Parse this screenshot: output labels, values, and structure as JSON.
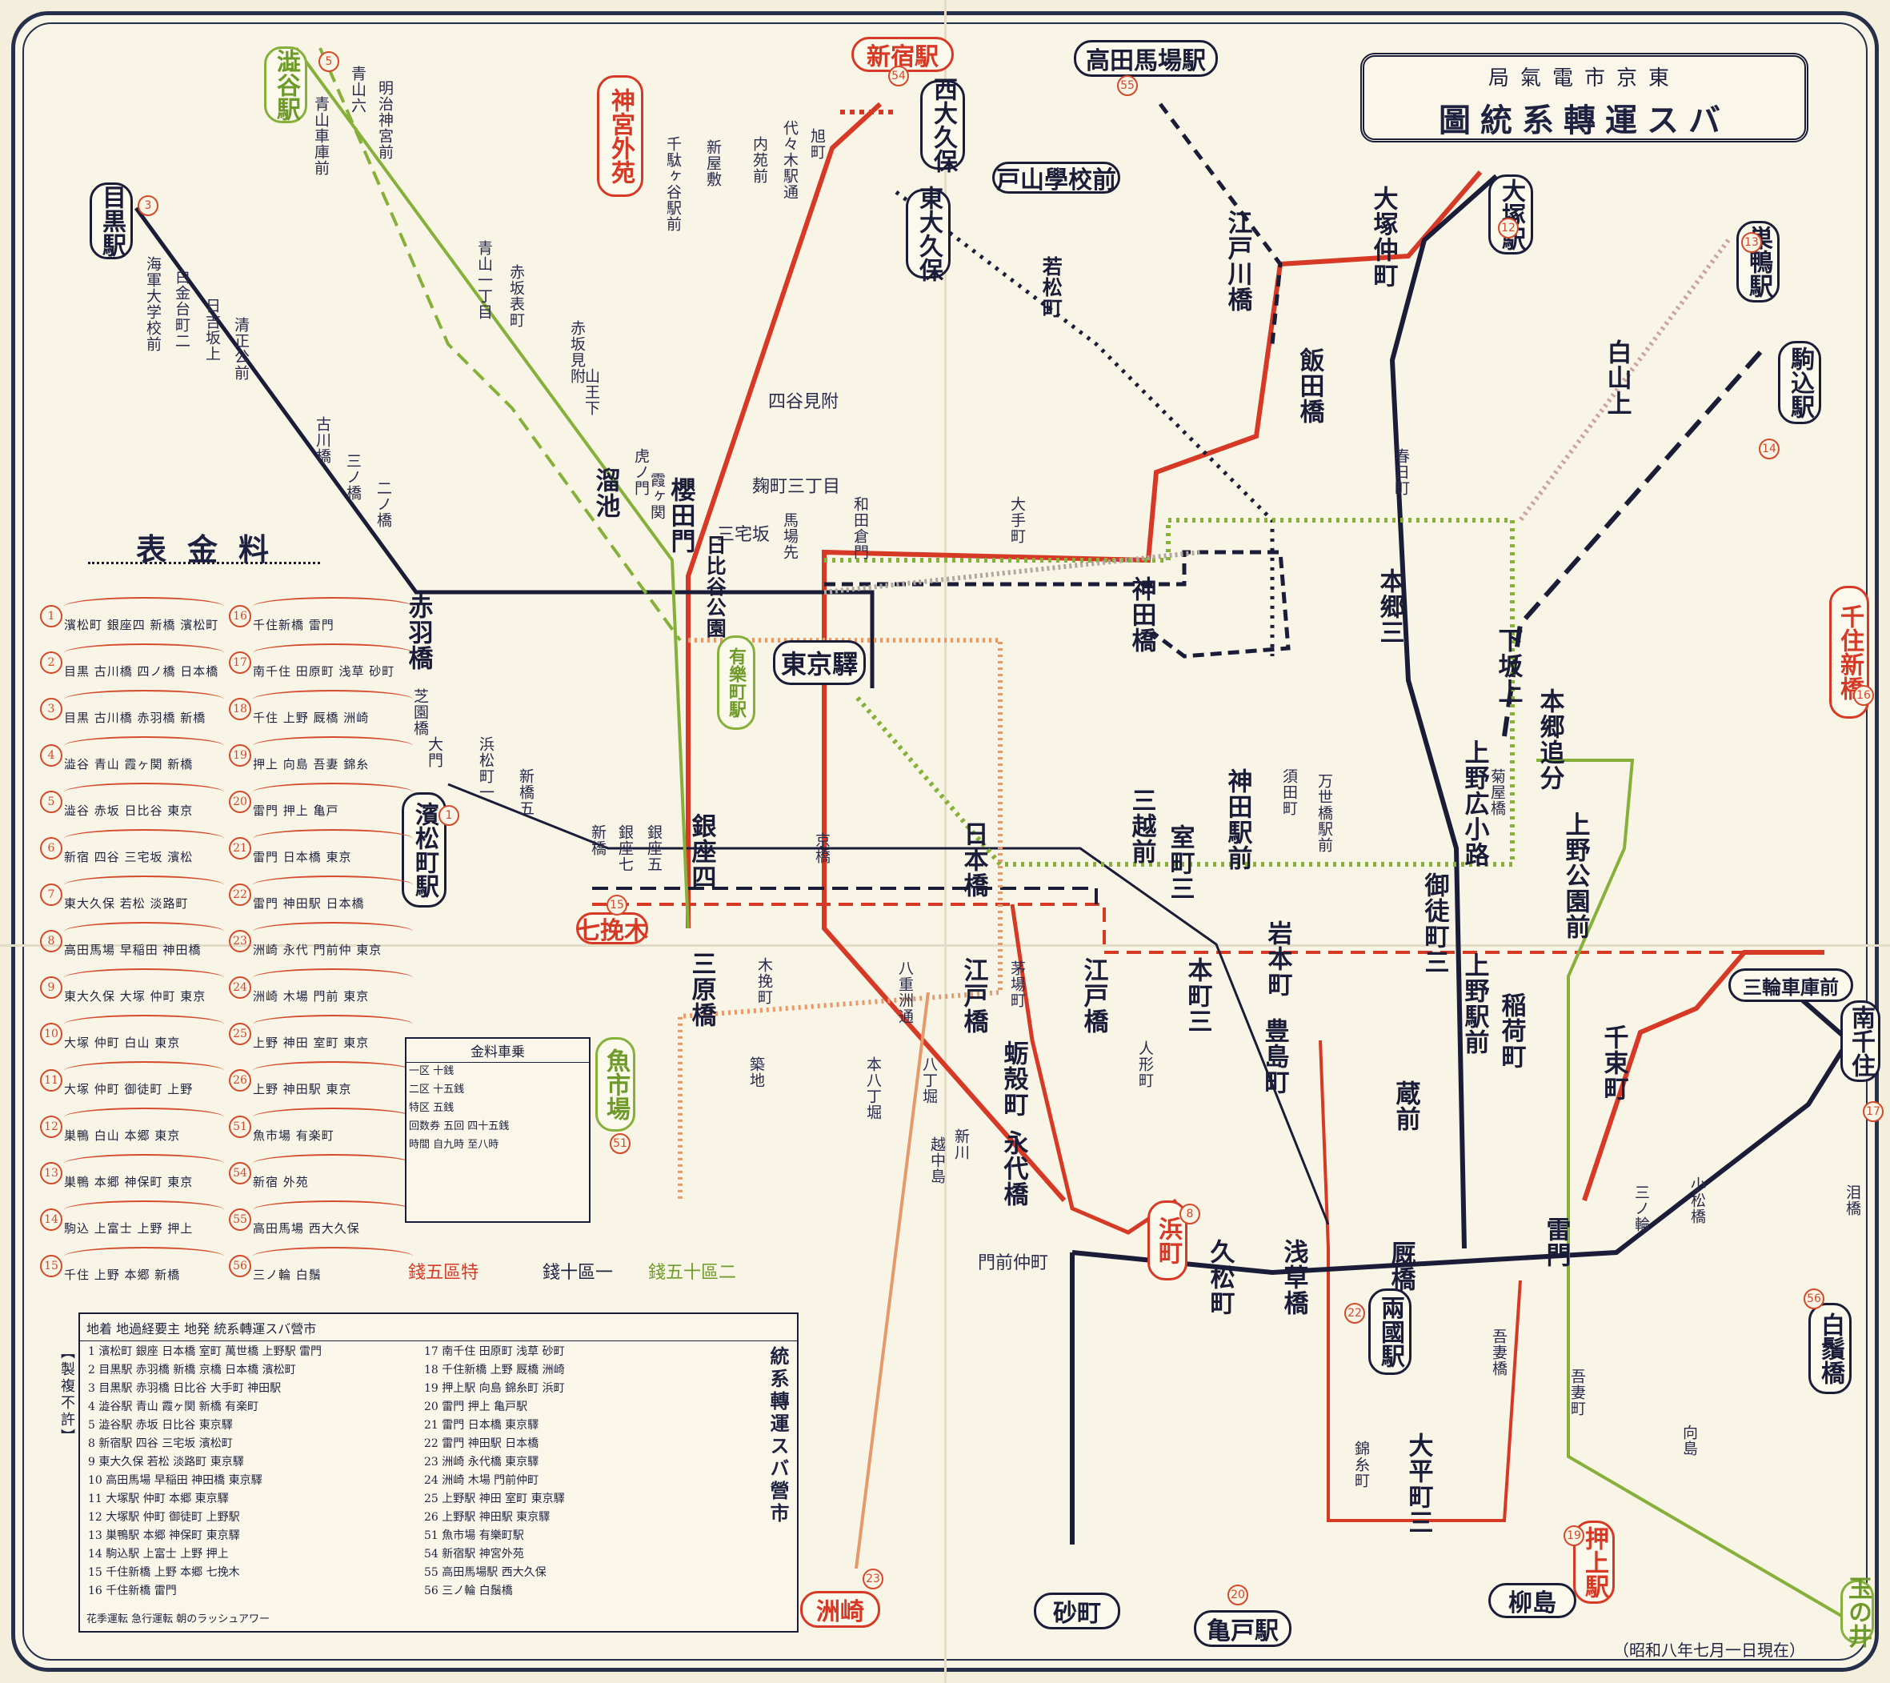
{
  "title": {
    "subtitle": "局氣電市京東",
    "main": "圖統系轉運スバ"
  },
  "colors": {
    "background": "#f4efdd",
    "navy": "#1a1c38",
    "red": "#d63a26",
    "green": "#86b03a",
    "orange_dot": "#e49a6a",
    "gray": "#8a8a9a"
  },
  "terminals": {
    "shibuya": "澁谷駅",
    "meguro": "目黒駅",
    "shinjuku": "新宿駅",
    "jingu": "神宮外苑",
    "nishiokubo": "西大久保",
    "higashiokubo": "東大久保",
    "takadanobaba": "高田馬場駅",
    "toyama": "戸山學校前",
    "wakamatsu": "若松町",
    "otsuka": "大塚駅",
    "sugamo": "巣鴨駅",
    "komagome": "駒込駅",
    "senju": "千住新橋",
    "minamisenju": "南千住",
    "shirahige": "白鬚橋",
    "tamanoi": "玉の井",
    "oshiage": "押上駅",
    "yanagishima": "柳島",
    "kameido": "亀戸駅",
    "suna": "砂町",
    "susaki": "洲崎",
    "hamacho": "浜町",
    "ryogoku": "兩國駅",
    "tokyo": "東京驛",
    "yurakucho": "有樂町駅",
    "uoichiba": "魚市場",
    "hamamatsucho": "濱松町駅",
    "shichikenki": "七挽木",
    "minowa": "三輪車庫前",
    "kinshicho": "錦糸町",
    "hibiya": "日比谷公園"
  },
  "stops_vertical": [
    {
      "t": "青山六"
    },
    {
      "t": "明治神宮前"
    },
    {
      "t": "青山車庫前"
    },
    {
      "t": "青山一丁目"
    },
    {
      "t": "赤坂表町"
    },
    {
      "t": "赤坂見附"
    },
    {
      "t": "山王下"
    },
    {
      "t": "虎ノ門"
    },
    {
      "t": "溜池"
    },
    {
      "t": "櫻田門"
    },
    {
      "t": "日比谷公園"
    },
    {
      "t": "霞ヶ関"
    },
    {
      "t": "代々木駅通"
    },
    {
      "t": "千駄ヶ谷駅前"
    },
    {
      "t": "新屋敷"
    },
    {
      "t": "内苑前"
    },
    {
      "t": "旭町"
    },
    {
      "t": "四谷見附"
    },
    {
      "t": "麹町三丁目"
    },
    {
      "t": "三宅坂"
    },
    {
      "t": "大手町"
    },
    {
      "t": "神田橋"
    },
    {
      "t": "和田倉門"
    },
    {
      "t": "馬場先"
    },
    {
      "t": "海軍大学校前"
    },
    {
      "t": "白金台町二"
    },
    {
      "t": "日吉坂上"
    },
    {
      "t": "清正公前"
    },
    {
      "t": "古川橋"
    },
    {
      "t": "三ノ橋"
    },
    {
      "t": "二ノ橋"
    },
    {
      "t": "赤羽橋"
    },
    {
      "t": "芝園橋"
    },
    {
      "t": "大門"
    },
    {
      "t": "浜松町一"
    },
    {
      "t": "新橋五"
    },
    {
      "t": "新橋"
    },
    {
      "t": "銀座七"
    },
    {
      "t": "銀座五"
    },
    {
      "t": "銀座四"
    },
    {
      "t": "京橋"
    },
    {
      "t": "日本橋"
    },
    {
      "t": "三越前"
    },
    {
      "t": "室町三"
    },
    {
      "t": "神田駅前"
    },
    {
      "t": "須田町"
    },
    {
      "t": "万世橋駅前"
    },
    {
      "t": "上野広小路"
    },
    {
      "t": "御徒町三"
    },
    {
      "t": "岩本町"
    },
    {
      "t": "本郷三"
    },
    {
      "t": "春日町"
    },
    {
      "t": "飯田橋"
    },
    {
      "t": "江戸川橋"
    },
    {
      "t": "大塚仲町"
    },
    {
      "t": "白山上"
    },
    {
      "t": "本郷追分"
    },
    {
      "t": "下坂上"
    },
    {
      "t": "上野公園前"
    },
    {
      "t": "上野駅前"
    },
    {
      "t": "稲荷町"
    },
    {
      "t": "菊屋橋"
    },
    {
      "t": "浅草橋"
    },
    {
      "t": "厩橋"
    },
    {
      "t": "蔵前"
    },
    {
      "t": "雷門"
    },
    {
      "t": "吾妻橋"
    },
    {
      "t": "三原橋"
    },
    {
      "t": "江戸橋"
    },
    {
      "t": "本町三"
    },
    {
      "t": "茅場町"
    },
    {
      "t": "永代橋"
    },
    {
      "t": "蛎殻町"
    },
    {
      "t": "人形町"
    },
    {
      "t": "久松町"
    },
    {
      "t": "錦糸町"
    },
    {
      "t": "大平町三"
    },
    {
      "t": "豊島町"
    },
    {
      "t": "築地"
    },
    {
      "t": "木挽町"
    },
    {
      "t": "八重洲通"
    },
    {
      "t": "本八丁堀"
    },
    {
      "t": "八丁堀"
    },
    {
      "t": "新川"
    },
    {
      "t": "越中島"
    },
    {
      "t": "門前仲町"
    },
    {
      "t": "千束町"
    },
    {
      "t": "三ノ輪"
    },
    {
      "t": "泪橋"
    },
    {
      "t": "小松橋"
    },
    {
      "t": "吾妻町"
    },
    {
      "t": "向島"
    }
  ],
  "fare_table": {
    "heading": "表金料",
    "rows": [
      {
        "n": "1",
        "t": "濱松町 銀座四 新橋 濱松町"
      },
      {
        "n": "2",
        "t": "目黒 古川橋 四ノ橋 日本橋"
      },
      {
        "n": "3",
        "t": "目黒 古川橋 赤羽橋 新橋"
      },
      {
        "n": "4",
        "t": "澁谷 青山 霞ヶ関 新橋"
      },
      {
        "n": "5",
        "t": "澁谷 赤坂 日比谷 東京"
      },
      {
        "n": "6",
        "t": "新宿 四谷 三宅坂 濱松"
      },
      {
        "n": "7",
        "t": "東大久保 若松 淡路町"
      },
      {
        "n": "8",
        "t": "高田馬場 早稲田 神田橋"
      },
      {
        "n": "9",
        "t": "東大久保 大塚 仲町 東京"
      },
      {
        "n": "10",
        "t": "大塚 仲町 白山 東京"
      },
      {
        "n": "11",
        "t": "大塚 仲町 御徒町 上野"
      },
      {
        "n": "12",
        "t": "巣鴨 白山 本郷 東京"
      },
      {
        "n": "13",
        "t": "巣鴨 本郷 神保町 東京"
      },
      {
        "n": "14",
        "t": "駒込 上富士 上野 押上"
      },
      {
        "n": "15",
        "t": "千住 上野 本郷 新橋"
      },
      {
        "n": "16",
        "t": "千住新橋 雷門"
      },
      {
        "n": "17",
        "t": "南千住 田原町 浅草 砂町"
      },
      {
        "n": "18",
        "t": "千住 上野 厩橋 洲崎"
      },
      {
        "n": "19",
        "t": "押上 向島 吾妻 錦糸"
      },
      {
        "n": "20",
        "t": "雷門 押上 亀戸"
      },
      {
        "n": "21",
        "t": "雷門 日本橋 東京"
      },
      {
        "n": "22",
        "t": "雷門 神田駅 日本橋"
      },
      {
        "n": "23",
        "t": "洲崎 永代 門前仲 東京"
      },
      {
        "n": "24",
        "t": "洲崎 木場 門前 東京"
      },
      {
        "n": "25",
        "t": "上野 神田 室町 東京"
      },
      {
        "n": "26",
        "t": "上野 神田駅 東京"
      },
      {
        "n": "51",
        "t": "魚市場 有楽町"
      },
      {
        "n": "54",
        "t": "新宿 外苑"
      },
      {
        "n": "55",
        "t": "高田馬場 西大久保"
      },
      {
        "n": "56",
        "t": "三ノ輪 白鬚"
      }
    ]
  },
  "fare_box": {
    "title": "金料車乗",
    "rows": [
      "一区 十銭",
      "二区 十五銭",
      "特区 五銭",
      "回数券 五回 四十五銭"
    ],
    "hours": "時間 自九時 至八時"
  },
  "legend": {
    "special": "錢五區特",
    "one": "錢十區一",
    "two": "錢五十區二"
  },
  "route_table": {
    "header": "地着 地過経要主 地発 統系轉運スバ營市",
    "caption": "統系轉運スバ營市",
    "rows": [
      "1 濱松町 銀座 日本橋 室町 萬世橋 上野駅 雷門",
      "2 目黒駅 赤羽橋 新橋 京橋 日本橋 濱松町",
      "3 目黒駅 赤羽橋 日比谷 大手町 神田駅",
      "4 澁谷駅 青山 霞ヶ関 新橋 有楽町",
      "5 澁谷駅 赤坂 日比谷 東京驛",
      "8 新宿駅 四谷 三宅坂 濱松町",
      "9 東大久保 若松 淡路町 東京驛",
      "10 高田馬場 早稲田 神田橋 東京驛",
      "11 大塚駅 仲町 本郷 東京驛",
      "12 大塚駅 仲町 御徒町 上野駅",
      "13 巣鴨駅 本郷 神保町 東京驛",
      "14 駒込駅 上富士 上野 押上",
      "15 千住新橋 上野 本郷 七挽木",
      "16 千住新橋 雷門",
      "17 南千住 田原町 浅草 砂町",
      "18 千住新橋 上野 厩橋 洲崎",
      "19 押上駅 向島 錦糸町 浜町",
      "20 雷門 押上 亀戸駅",
      "21 雷門 日本橋 東京驛",
      "22 雷門 神田駅 日本橋",
      "23 洲崎 永代橋 東京驛",
      "24 洲崎 木場 門前仲町",
      "25 上野駅 神田 室町 東京驛",
      "26 上野駅 神田駅 東京驛",
      "51 魚市場 有樂町駅",
      "54 新宿駅 神宮外苑",
      "55 高田馬場駅 西大久保",
      "56 三ノ輪 白鬚橋"
    ]
  },
  "note": "花季運転 急行運転 朝のラッシュアワー",
  "copyright": "【製複不許】",
  "date": "（昭和八年七月一日現在）"
}
